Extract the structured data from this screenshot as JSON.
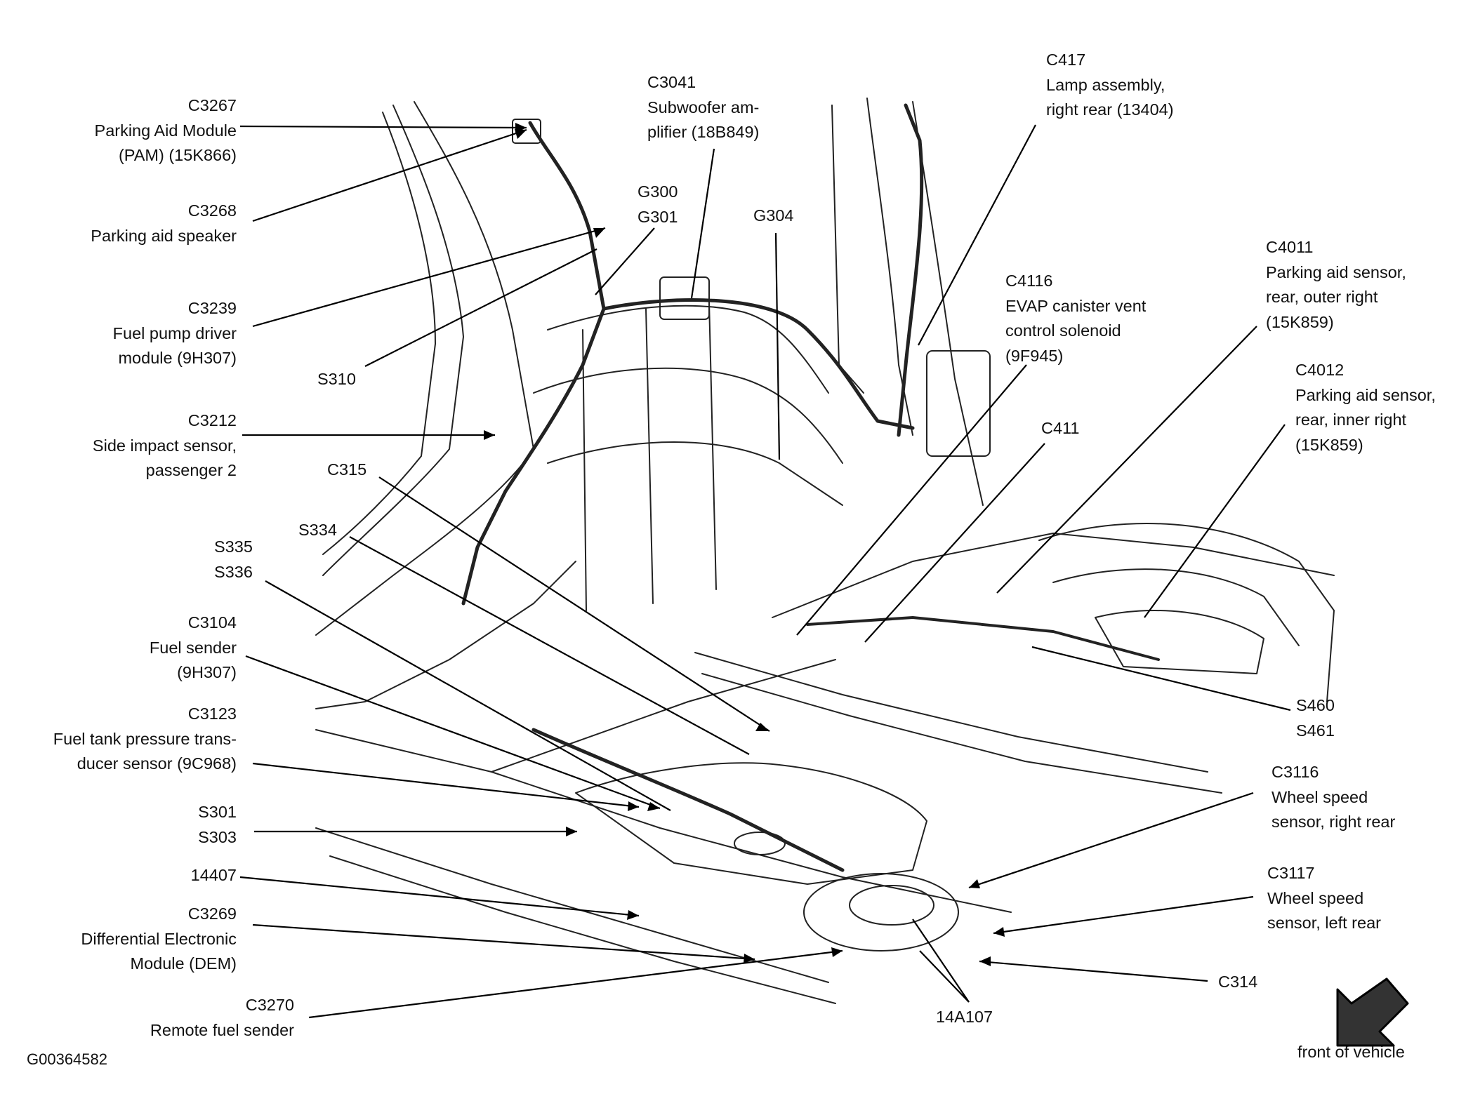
{
  "diagram_id": "G00364582",
  "orientation_label": "front of vehicle",
  "callouts": [
    {
      "key": "c3267",
      "lines": [
        "C3267",
        "Parking Aid Module",
        "(PAM) (15K866)"
      ]
    },
    {
      "key": "c3268",
      "lines": [
        "C3268",
        "Parking aid speaker"
      ]
    },
    {
      "key": "c3239",
      "lines": [
        "C3239",
        "Fuel pump driver",
        "module (9H307)"
      ]
    },
    {
      "key": "s310",
      "lines": [
        "S310"
      ]
    },
    {
      "key": "c3212",
      "lines": [
        "C3212",
        "Side impact sensor,",
        "passenger 2"
      ]
    },
    {
      "key": "c3041",
      "lines": [
        "C3041",
        "Subwoofer am-",
        "plifier (18B849)"
      ]
    },
    {
      "key": "g300",
      "lines": [
        "G300",
        "G301"
      ]
    },
    {
      "key": "g304",
      "lines": [
        "G304"
      ]
    },
    {
      "key": "c417",
      "lines": [
        "C417",
        "Lamp assembly,",
        "right rear (13404)"
      ]
    },
    {
      "key": "c4116",
      "lines": [
        "C4116",
        "EVAP canister vent",
        "control solenoid",
        "(9F945)"
      ]
    },
    {
      "key": "c4011",
      "lines": [
        "C4011",
        "Parking aid sensor,",
        "rear, outer right",
        "(15K859)"
      ]
    },
    {
      "key": "c4012",
      "lines": [
        "C4012",
        "Parking aid sensor,",
        "rear, inner right",
        "(15K859)"
      ]
    },
    {
      "key": "c411",
      "lines": [
        "C411"
      ]
    },
    {
      "key": "c315",
      "lines": [
        "C315"
      ]
    },
    {
      "key": "s334",
      "lines": [
        "S334"
      ]
    },
    {
      "key": "s335",
      "lines": [
        "S335",
        "S336"
      ]
    },
    {
      "key": "c3104",
      "lines": [
        "C3104",
        "Fuel sender",
        "(9H307)"
      ]
    },
    {
      "key": "c3123",
      "lines": [
        "C3123",
        "Fuel tank pressure trans-",
        "ducer sensor (9C968)"
      ]
    },
    {
      "key": "s301",
      "lines": [
        "S301",
        "S303"
      ]
    },
    {
      "key": "p14407",
      "lines": [
        "14407"
      ]
    },
    {
      "key": "c3269",
      "lines": [
        "C3269",
        "Differential Electronic",
        "Module (DEM)"
      ]
    },
    {
      "key": "c3270",
      "lines": [
        "C3270",
        "Remote fuel sender"
      ]
    },
    {
      "key": "s460",
      "lines": [
        "S460",
        "S461"
      ]
    },
    {
      "key": "c3116",
      "lines": [
        "C3116",
        "Wheel speed",
        "sensor, right rear"
      ]
    },
    {
      "key": "c3117",
      "lines": [
        "C3117",
        "Wheel speed",
        "sensor, left rear"
      ]
    },
    {
      "key": "c314",
      "lines": [
        "C314"
      ]
    },
    {
      "key": "p14a107",
      "lines": [
        "14A107"
      ]
    }
  ]
}
